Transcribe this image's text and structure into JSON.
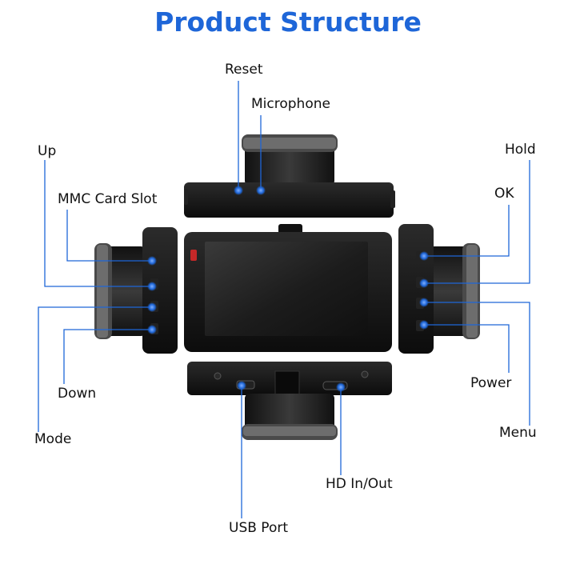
{
  "title": "Product Structure",
  "title_color": "#1e66d8",
  "labels": {
    "reset": "Reset",
    "microphone": "Microphone",
    "up": "Up",
    "mmc_card_slot": "MMC Card Slot",
    "hold": "Hold",
    "ok": "OK",
    "down": "Down",
    "mode": "Mode",
    "power": "Power",
    "menu": "Menu",
    "hd_in_out": "HD In/Out",
    "usb_port": "USB Port"
  },
  "colors": {
    "accent": "#1e66d8",
    "device": "#141414",
    "screen": "#2a2a2a"
  }
}
